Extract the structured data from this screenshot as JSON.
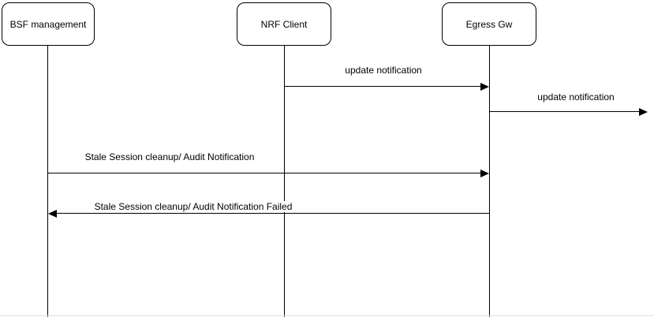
{
  "diagram": {
    "type": "sequence-diagram",
    "participants": [
      {
        "label": "BSF management"
      },
      {
        "label": "NRF Client"
      },
      {
        "label": "Egress Gw"
      }
    ],
    "messages": [
      {
        "label": "update notification",
        "from": "NRF Client",
        "to": "Egress Gw",
        "direction": "right"
      },
      {
        "label": "update notification",
        "from": "Egress Gw",
        "to": "(off-diagram right)",
        "direction": "right"
      },
      {
        "label": "Stale Session cleanup/ Audit Notification",
        "from": "BSF management",
        "to": "Egress Gw",
        "direction": "right"
      },
      {
        "label": "Stale Session cleanup/ Audit Notification Failed",
        "from": "Egress Gw",
        "to": "BSF management",
        "direction": "left"
      }
    ],
    "colors": {
      "stroke": "#000000",
      "text": "#000000",
      "background": "#ffffff"
    }
  }
}
